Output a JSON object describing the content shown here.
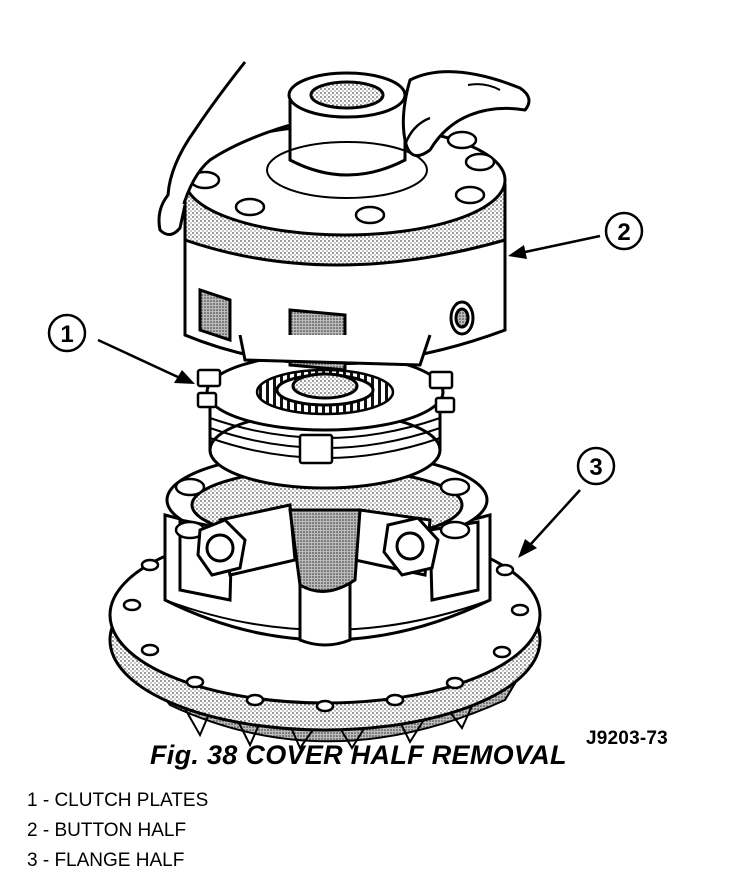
{
  "figure": {
    "id": "J9203-73",
    "caption": "Fig. 38 COVER HALF REMOVAL"
  },
  "callouts": [
    "1",
    "2",
    "3"
  ],
  "legend": [
    "1 - CLUTCH PLATES",
    "2 - BUTTON HALF",
    "3 - FLANGE HALF"
  ]
}
